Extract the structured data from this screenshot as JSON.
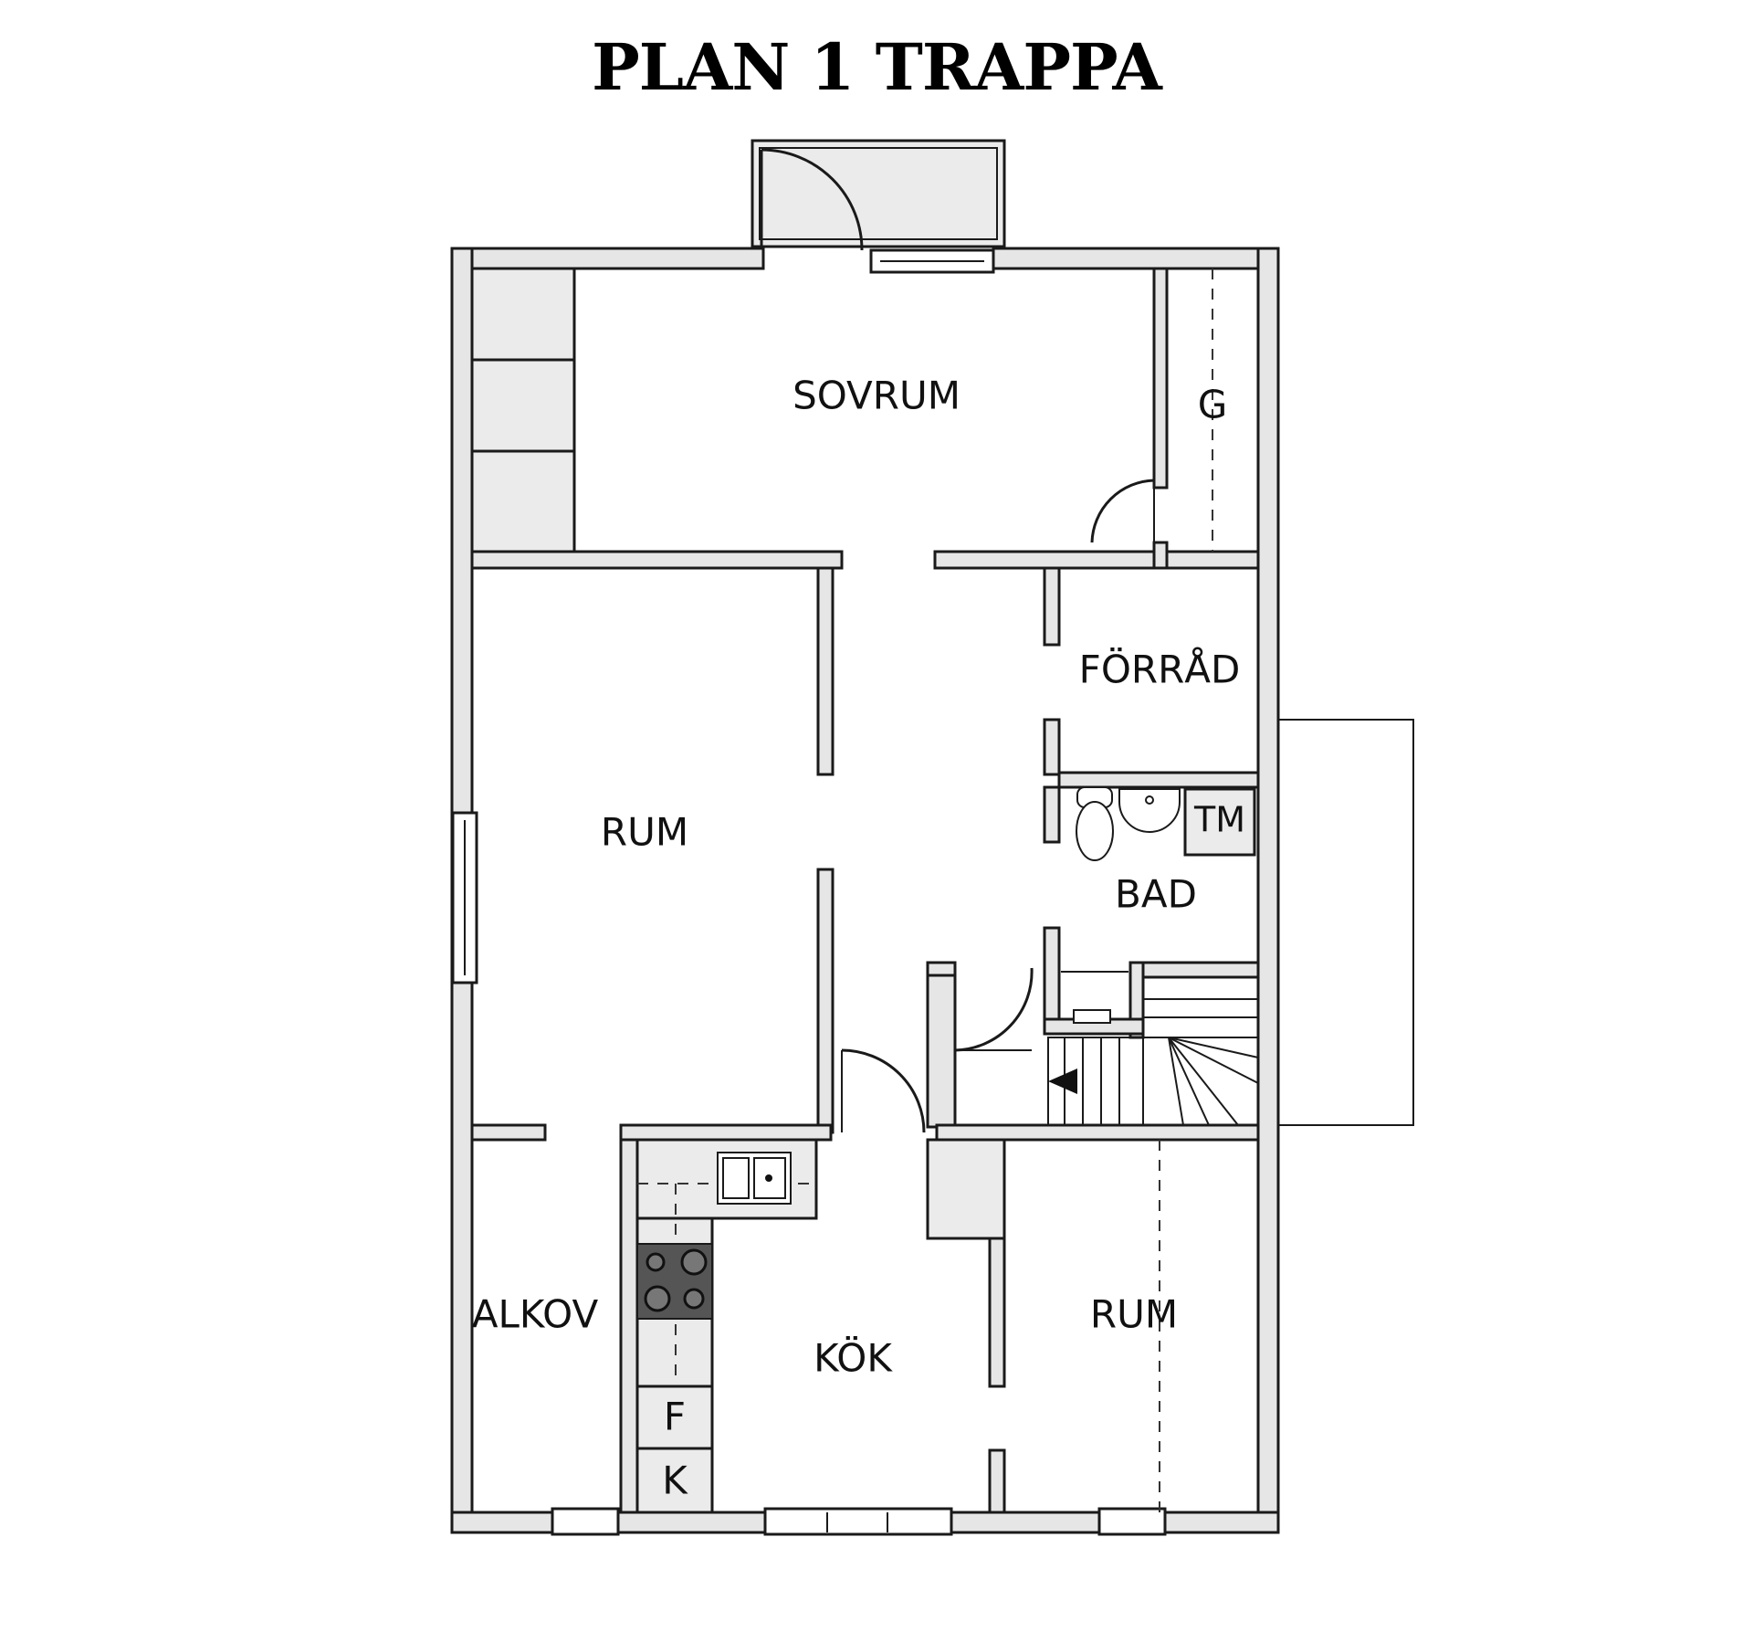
{
  "title": "PLAN 1 TRAPPA",
  "rooms": {
    "sovrum": "SOVRUM",
    "g": "G",
    "forrad": "FÖRRÅD",
    "rum_left": "RUM",
    "bad": "BAD",
    "tm": "TM",
    "alkov": "ALKOV",
    "kok": "KÖK",
    "rum_right": "RUM",
    "f": "F",
    "k": "K"
  },
  "colors": {
    "wall_fill": "#e6e6e6",
    "line": "#1a1a1a",
    "stove": "#555555"
  }
}
